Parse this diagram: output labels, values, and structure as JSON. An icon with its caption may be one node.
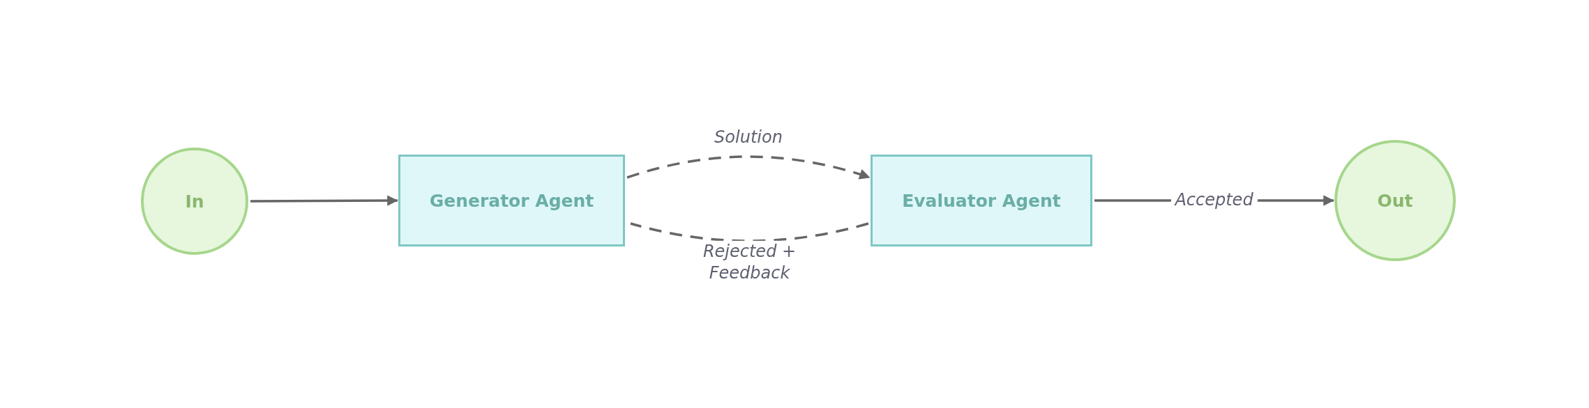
{
  "diagram": {
    "nodes": [
      {
        "text": [
          "In"
        ]
      },
      {
        "text": [
          "Generator Agent"
        ]
      },
      {
        "text": [
          "Evaluator Agent"
        ]
      },
      {
        "text": [
          "Out"
        ]
      }
    ],
    "edges": [
      {
        "from": 0,
        "to": 1,
        "arrow": "to"
      },
      {
        "from": 1,
        "to": 2,
        "arrow": "to",
        "label": "Solution",
        "style": "dashed"
      },
      {
        "from": 2,
        "to": 1,
        "arrow": "none",
        "label": "Rejected + Feedback",
        "style": "dashed"
      },
      {
        "from": 2,
        "to": 3,
        "arrow": "to",
        "label": "Accepted"
      }
    ]
  }
}
